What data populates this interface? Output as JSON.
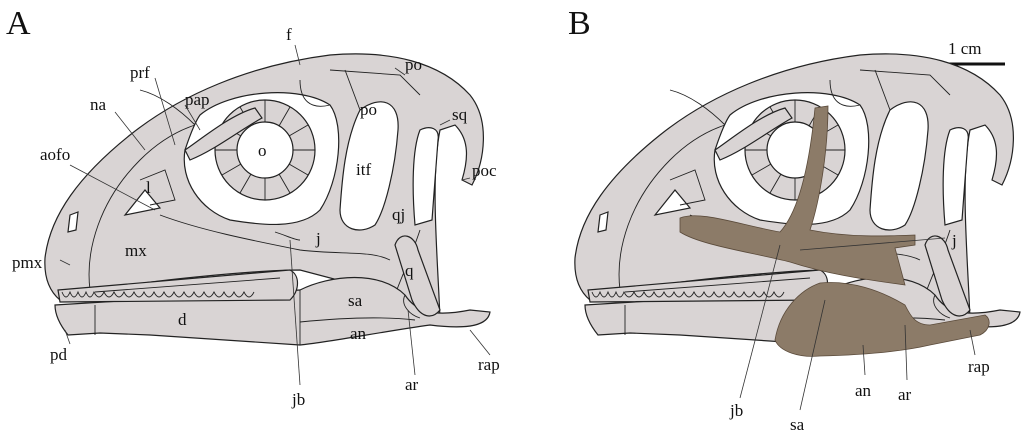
{
  "panels": {
    "a": {
      "letter": "A",
      "labels": {
        "pap": "pap",
        "f": "f",
        "po_top": "po",
        "prf": "prf",
        "na": "na",
        "po": "po",
        "sq": "sq",
        "aofo": "aofo",
        "o": "o",
        "poc": "poc",
        "itf": "itf",
        "l": "l",
        "qj": "qj",
        "pmx": "pmx",
        "mx": "mx",
        "j": "j",
        "q": "q",
        "sa": "sa",
        "d": "d",
        "an": "an",
        "pd": "pd",
        "rap": "rap",
        "ar": "ar",
        "jb": "jb"
      }
    },
    "b": {
      "letter": "B",
      "scale_bar": "1 cm",
      "labels": {
        "j": "j",
        "jb": "jb",
        "sa": "sa",
        "an": "an",
        "ar": "ar",
        "rap": "rap"
      }
    }
  },
  "colors": {
    "bone_fill": "#d9d4d4",
    "fossil": "#8c7b68"
  }
}
